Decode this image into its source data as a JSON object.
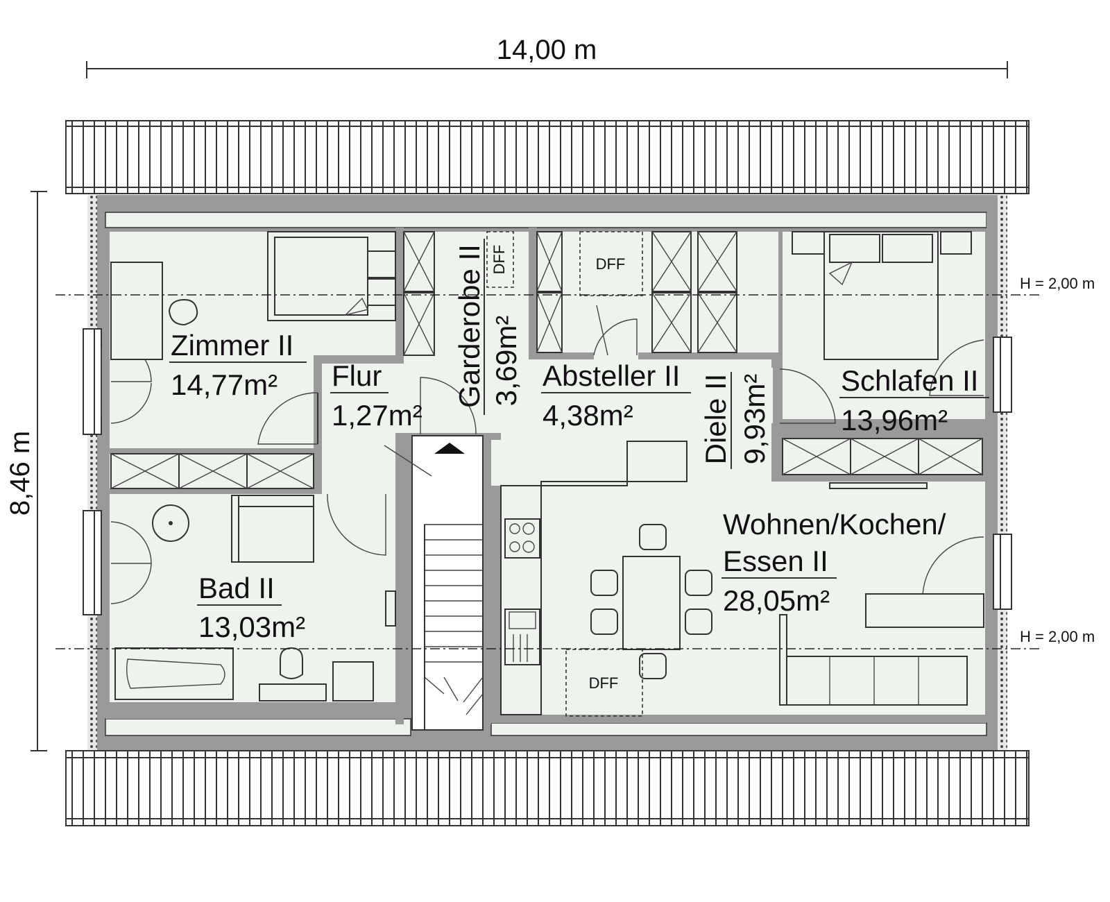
{
  "dimensions": {
    "width": "14,00 m",
    "height": "8,46 m"
  },
  "height_lines": [
    "H = 2,00 m",
    "H = 2,00 m"
  ],
  "rooms": {
    "zimmer": {
      "name": "Zimmer II",
      "area": "14,77m²"
    },
    "flur": {
      "name": "Flur",
      "area": "1,27m²"
    },
    "garderobe": {
      "name": "Garderobe II",
      "area": "3,69m²"
    },
    "absteller": {
      "name": "Absteller II",
      "area": "4,38m²"
    },
    "diele": {
      "name": "Diele II",
      "area": "9,93m²"
    },
    "schlafen": {
      "name": "Schlafen II",
      "area": "13,96m²"
    },
    "bad": {
      "name": "Bad II",
      "area": "13,03m²"
    },
    "wohnen": {
      "name_line1": "Wohnen/Kochen/",
      "name_line2": "Essen II",
      "area": "28,05m²"
    }
  },
  "dff_labels": [
    "DFF",
    "DFF",
    "DFF"
  ],
  "colors": {
    "wall": "#9a9a9a",
    "floor": "#eef3ee",
    "line": "#333333"
  }
}
